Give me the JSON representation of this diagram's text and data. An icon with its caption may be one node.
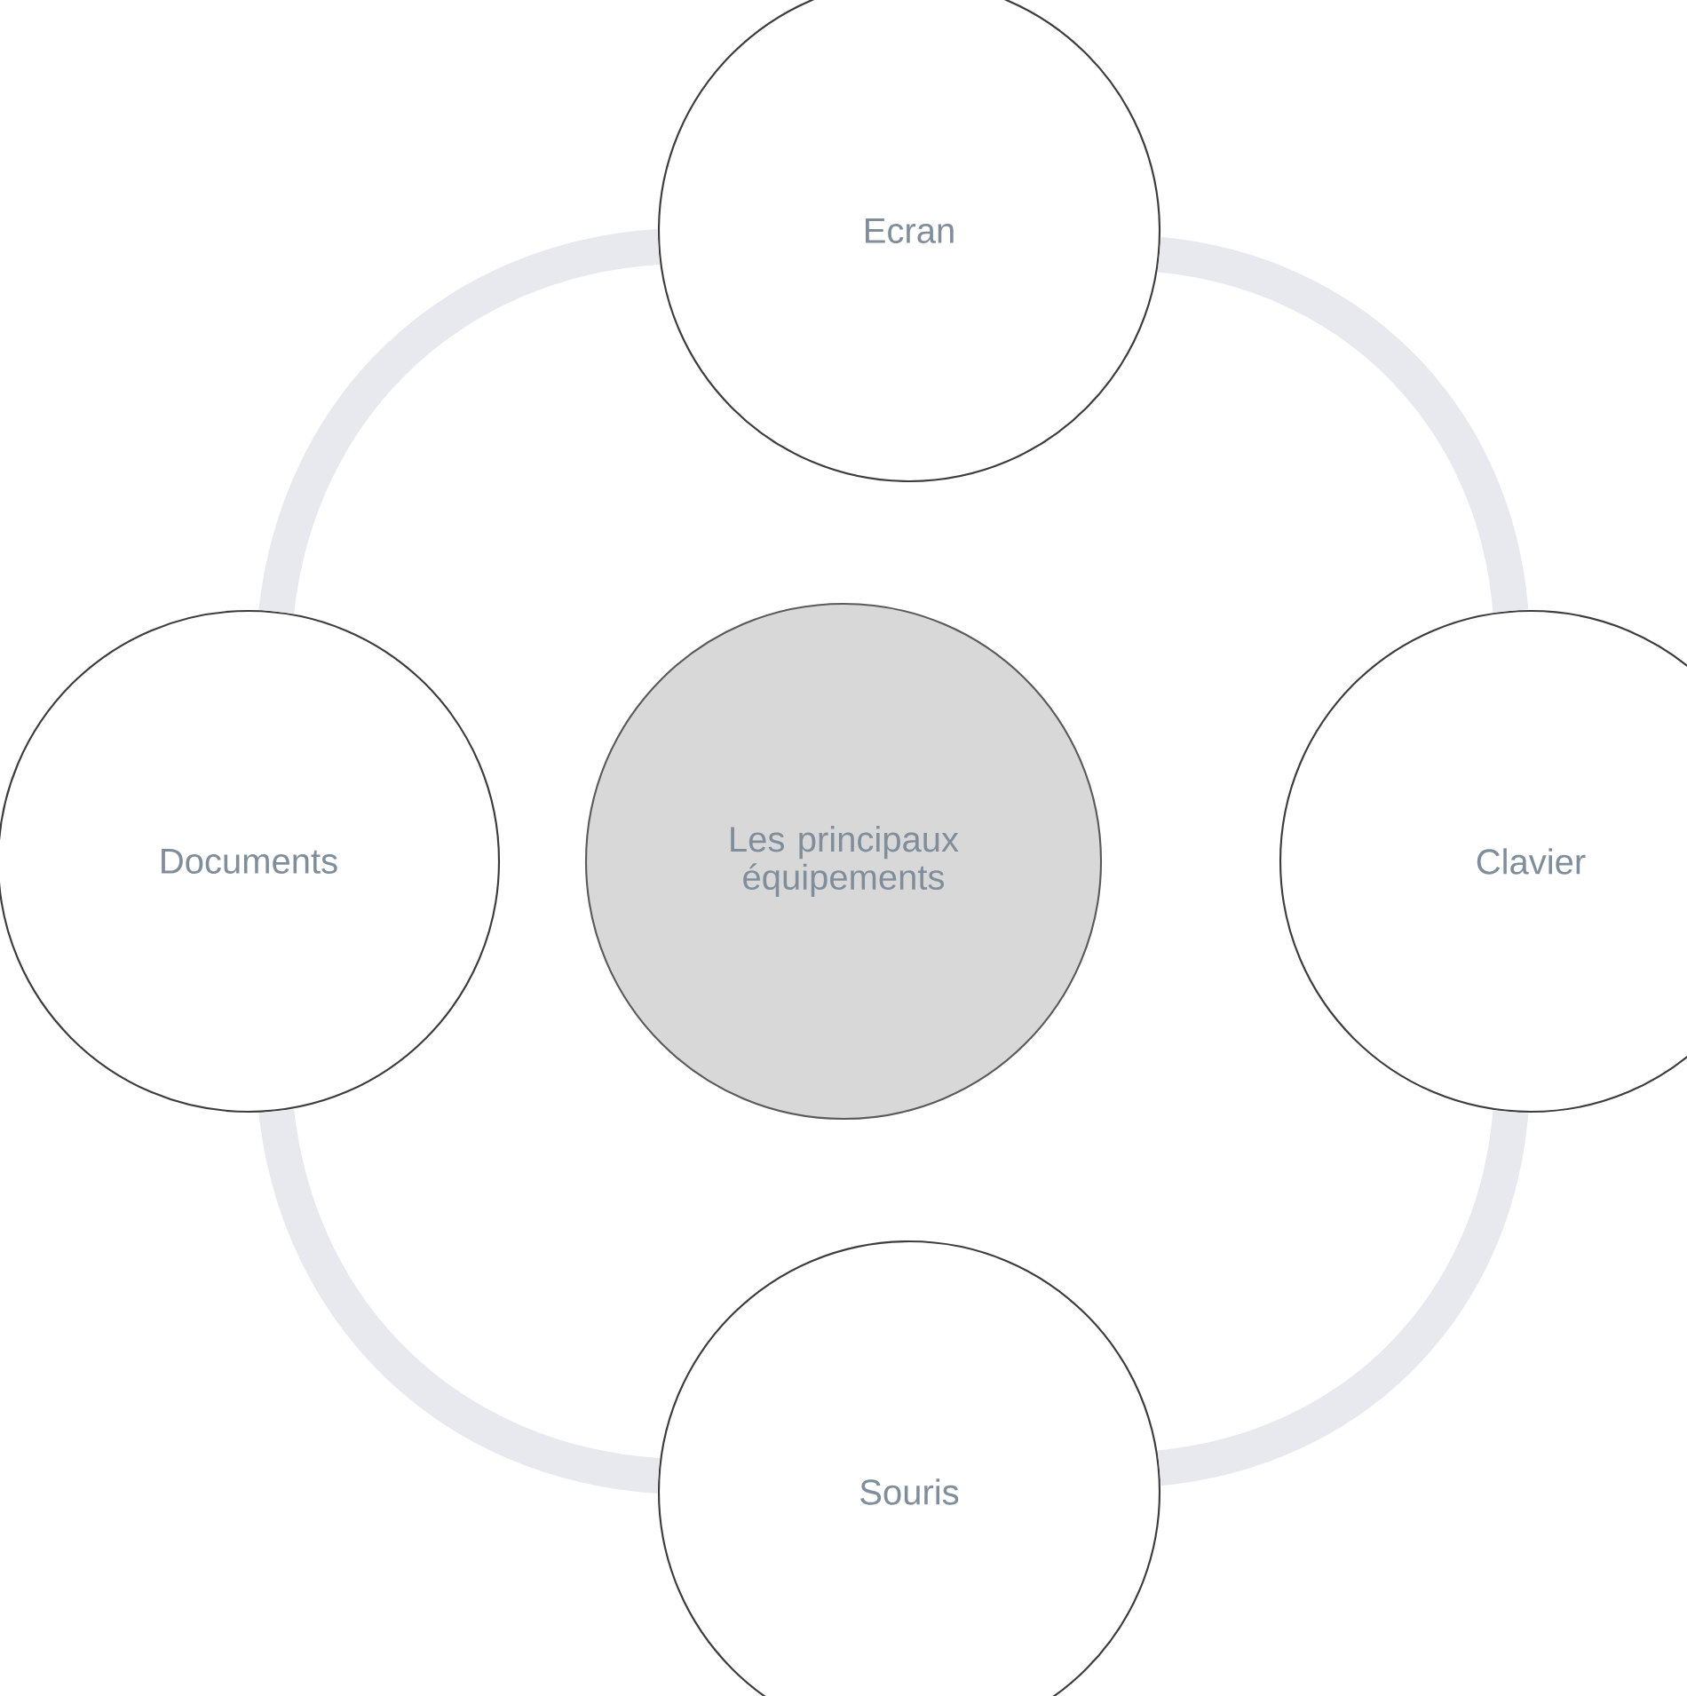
{
  "diagram": {
    "nodes": [
      {
        "text": [
          "Les principaux équipements"
        ]
      },
      {
        "text": [
          "Ecran"
        ]
      },
      {
        "text": [
          "Clavier"
        ]
      },
      {
        "text": [
          "Souris"
        ]
      },
      {
        "text": [
          "Documents"
        ]
      }
    ],
    "edges": [
      {
        "from": 1,
        "to": 2,
        "arrow": "none"
      },
      {
        "from": 2,
        "to": 3,
        "arrow": "none"
      },
      {
        "from": 3,
        "to": 4,
        "arrow": "none"
      },
      {
        "from": 4,
        "to": 1,
        "arrow": "none"
      }
    ]
  }
}
